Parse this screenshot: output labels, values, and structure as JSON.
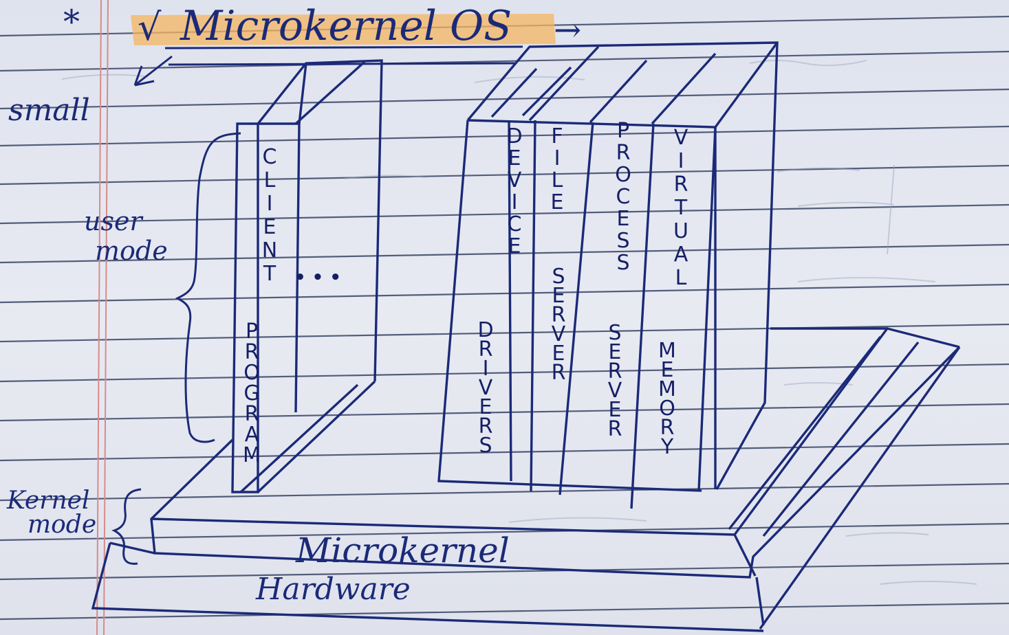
{
  "title": {
    "star": "*",
    "tick": "√",
    "text": "Microkernel OS",
    "arrow": "→"
  },
  "side_notes": {
    "small": "small",
    "user_mode": [
      "user",
      "mode"
    ],
    "kernel_mode": [
      "Kernel",
      "mode"
    ]
  },
  "client_panel": {
    "label": "CLIENT PROGRAM",
    "ellipsis": "• • •"
  },
  "server_columns": [
    {
      "top": "DEVICE",
      "bottom": "DRIVERS"
    },
    {
      "top": "FILE",
      "bottom": "SERVER"
    },
    {
      "top": "PROCESS",
      "bottom": "SERVER"
    },
    {
      "top": "VIRTUAL",
      "bottom": "MEMORY"
    }
  ],
  "layers": {
    "microkernel": "Microkernel",
    "hardware": "Hardware"
  },
  "colors": {
    "ink": "#1b2a78",
    "ruled_line": "#3a4566",
    "margin_line": "#d88a8a",
    "highlight": "#f6b560"
  }
}
